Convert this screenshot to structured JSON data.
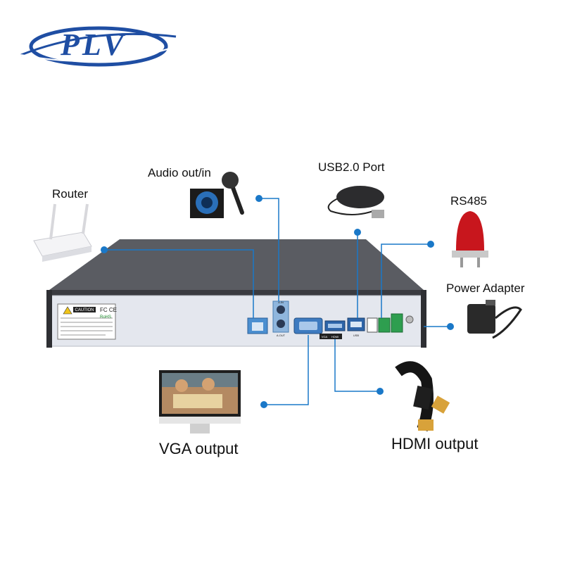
{
  "brand": {
    "logo_text": "PLV"
  },
  "labels": {
    "router": "Router",
    "audio": "Audio out/in",
    "usb": "USB2.0 Port",
    "rs485": "RS485",
    "power": "Power Adapter",
    "vga": "VGA output",
    "hdmi": "HDMI output"
  },
  "panel": {
    "caution": "CAUTION",
    "rohs": "RoHS",
    "fc": "FC CE",
    "vga_port": "VGA",
    "hdmi_port": "HDMI",
    "usb_port": "USB",
    "audio_in": "A.IN",
    "audio_out": "A.OUT"
  },
  "colors": {
    "connector": "#1a78c8",
    "logo_blue": "#1f4ea3",
    "chassis_top": "#5a5c62",
    "panel_face": "#e4e7ee"
  }
}
